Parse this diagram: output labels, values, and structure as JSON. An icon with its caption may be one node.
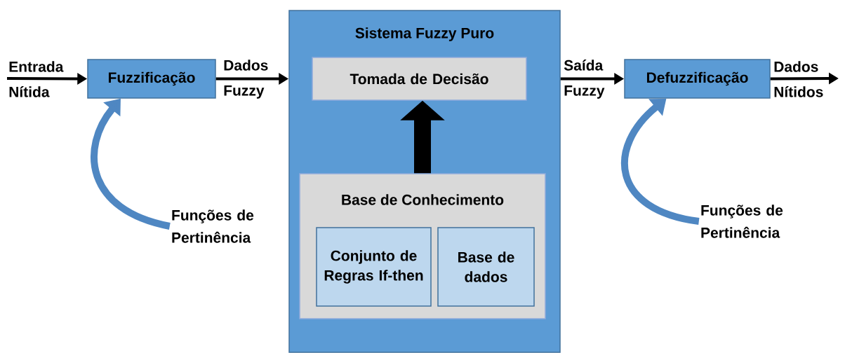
{
  "diagram": {
    "nodes": [
      {
        "text": [
          "Fuzzificação"
        ]
      },
      {
        "text": [
          "Sistema Fuzzy Puro"
        ]
      },
      {
        "text": [
          "Tomada de Decisão"
        ],
        "in": 1
      },
      {
        "text": [
          "Base de Conhecimento"
        ],
        "in": 1
      },
      {
        "text": [
          "Conjunto de Regras If-then"
        ],
        "in": 3
      },
      {
        "text": [
          "Base de dados"
        ],
        "in": 3
      },
      {
        "text": [
          "Defuzzificação"
        ]
      },
      {
        "text": [
          "Funções de Pertinência"
        ]
      },
      {
        "text": [
          "Funções de Pertinência"
        ]
      }
    ],
    "edges": [
      {
        "from": null,
        "to": 0,
        "arrow": "to",
        "label": "Entrada Nítida"
      },
      {
        "from": 0,
        "to": 1,
        "arrow": "to",
        "label": "Dados Fuzzy"
      },
      {
        "from": 1,
        "to": 6,
        "arrow": "to",
        "label": "Saída Fuzzy"
      },
      {
        "from": 6,
        "to": null,
        "arrow": "to",
        "label": "Dados Nítidos"
      },
      {
        "from": 3,
        "to": 2,
        "arrow": "to",
        "style": "thick"
      },
      {
        "from": 7,
        "to": 0,
        "arrow": "to",
        "style": "thick",
        "color": "#4f87c2"
      },
      {
        "from": 8,
        "to": 6,
        "arrow": "to",
        "style": "thick",
        "color": "#4f87c2"
      }
    ]
  }
}
